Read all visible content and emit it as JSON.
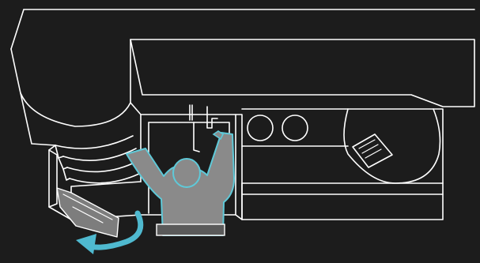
{
  "colors": {
    "background": "#1c1c1c",
    "line": "#ffffff",
    "person_fill": "#8a8a8a",
    "person_outline": "#5fc9d8",
    "door_fill": "#7d7d7d",
    "arrow": "#4fb9cf"
  },
  "icons": {
    "person": "user-figure",
    "rotate_arrow": "rotate-arrow",
    "faucet": "faucet",
    "soap_dish": "soap-dish"
  }
}
